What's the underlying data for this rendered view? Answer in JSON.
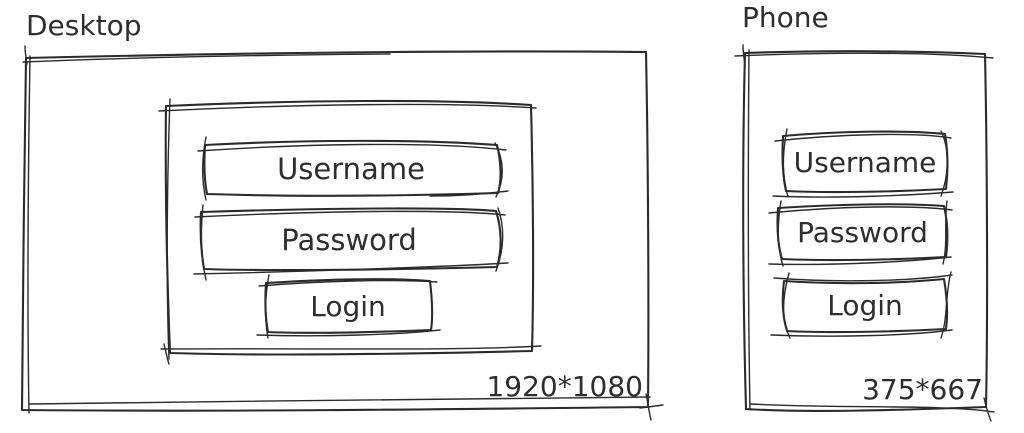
{
  "palette": {
    "background": "#ffffff",
    "ink": "#2b2b2b",
    "text": "#2e2e2e"
  },
  "desktop": {
    "label": "Desktop",
    "resolution": "1920*1080",
    "form": {
      "username_label": "Username",
      "password_label": "Password",
      "login_label": "Login"
    }
  },
  "phone": {
    "label": "Phone",
    "resolution": "375*667",
    "form": {
      "username_label": "Username",
      "password_label": "Password",
      "login_label": "Login"
    }
  }
}
